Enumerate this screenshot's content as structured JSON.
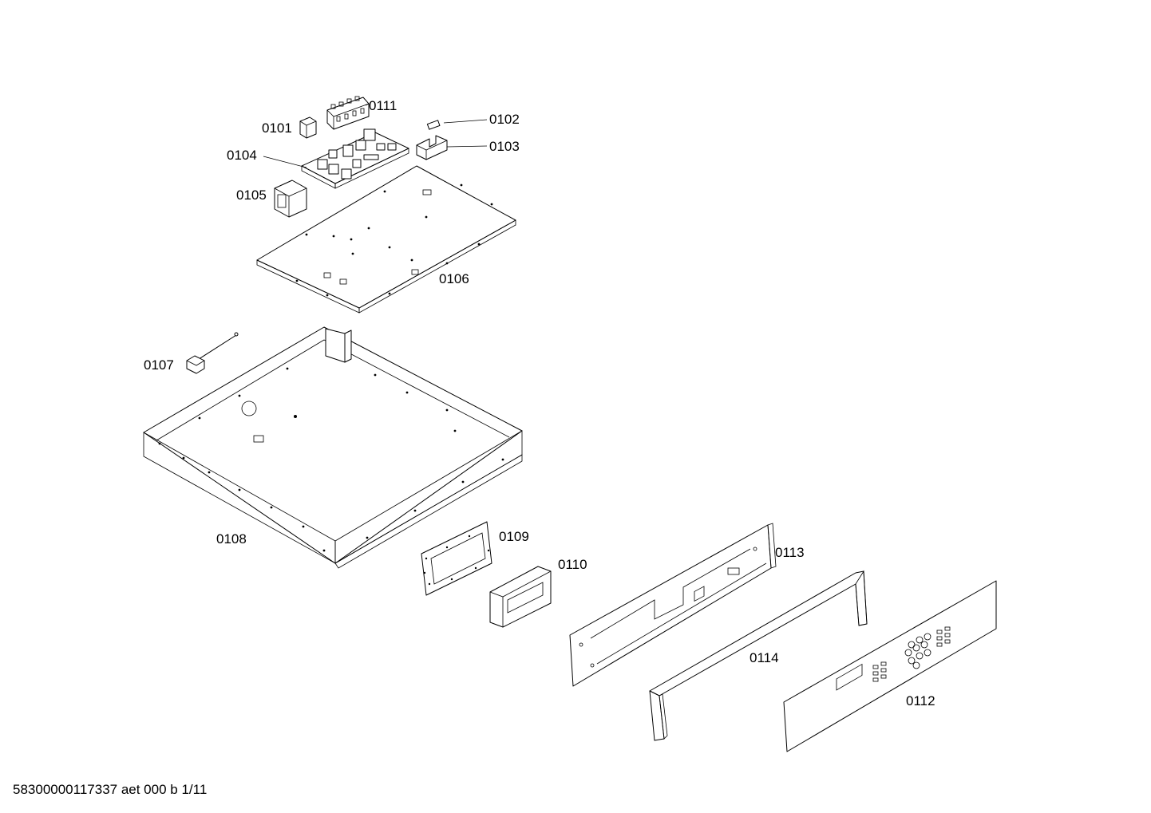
{
  "footer": {
    "document_id": "58300000117337 aet 000 b 1/11"
  },
  "parts": {
    "p0101": "0101",
    "p0102": "0102",
    "p0103": "0103",
    "p0104": "0104",
    "p0105": "0105",
    "p0106": "0106",
    "p0107": "0107",
    "p0108": "0108",
    "p0109": "0109",
    "p0110": "0110",
    "p0111": "0111",
    "p0112": "0112",
    "p0113": "0113",
    "p0114": "0114"
  }
}
